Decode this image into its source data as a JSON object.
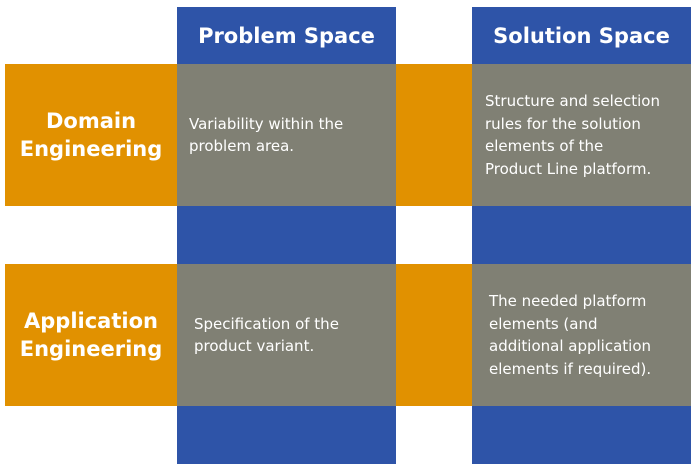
{
  "columns": {
    "problem_space": "Problem Space",
    "solution_space": "Solution Space"
  },
  "rows": {
    "domain_engineering": "Domain\nEngineering",
    "application_engineering": "Application\nEngineering"
  },
  "cells": {
    "domain_problem": "Variability within the\nproblem area.",
    "domain_solution": "Structure and selection\nrules for the solution\nelements of the\nProduct Line platform.",
    "application_problem": "Specification of the\nproduct variant.",
    "application_solution": "The needed platform\nelements (and\nadditional application\nelements if required)."
  },
  "colors": {
    "blue": "#2e54a8",
    "orange": "#e19100",
    "gray": "#808074",
    "text": "#ffffff"
  }
}
